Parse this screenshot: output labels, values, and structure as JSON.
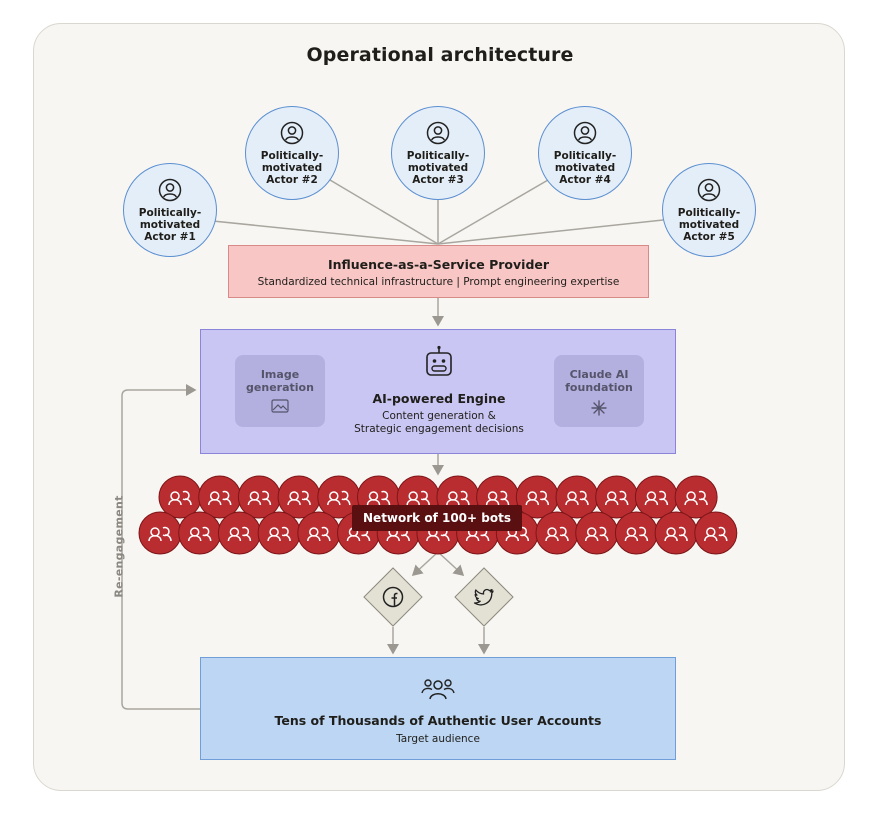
{
  "title": "Operational architecture",
  "actors": [
    {
      "label": "Politically-motivated Actor #1"
    },
    {
      "label": "Politically-motivated Actor #2"
    },
    {
      "label": "Politically-motivated Actor #3"
    },
    {
      "label": "Politically-motivated Actor #4"
    },
    {
      "label": "Politically-motivated Actor #5"
    }
  ],
  "provider": {
    "title": "Influence-as-a-Service Provider",
    "subtitle": "Standardized technical infrastructure | Prompt engineering expertise"
  },
  "engine": {
    "title": "AI-powered Engine",
    "subtitle_line1": "Content generation &",
    "subtitle_line2": "Strategic engagement decisions",
    "left_box": "Image generation",
    "right_box": "Claude AI foundation"
  },
  "network": {
    "label": "Network of 100+ bots"
  },
  "platforms": [
    {
      "icon": "facebook-icon"
    },
    {
      "icon": "twitter-icon"
    }
  ],
  "audience": {
    "title": "Tens of Thousands of Authentic User Accounts",
    "subtitle": "Target audience"
  },
  "loop_label": "Re-engagement",
  "colors": {
    "actor_fill": "#e4eef8",
    "provider_fill": "#f7c6c5",
    "engine_fill": "#c9c6f3",
    "bot_fill": "#b92d30",
    "network_label": "#5a0f10",
    "audience_fill": "#bcd6f3"
  }
}
